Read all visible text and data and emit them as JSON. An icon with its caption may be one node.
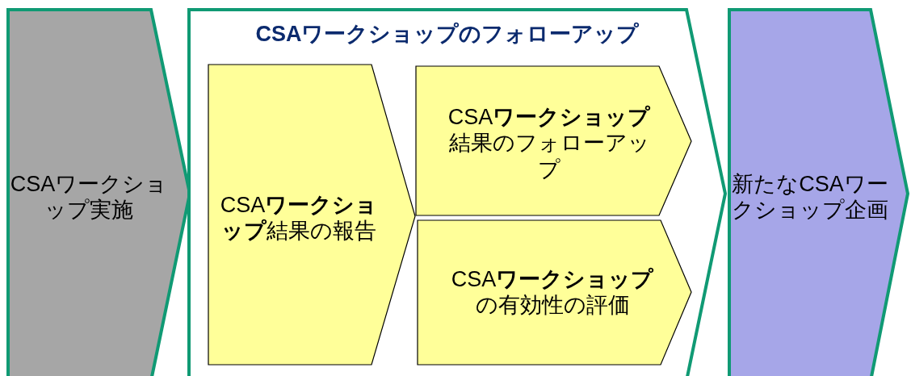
{
  "diagram": {
    "nodes": [
      {
        "text": [
          "CSAワークショップ実施"
        ]
      },
      {
        "text": [
          "CSAワークショップのフォローアップ"
        ]
      },
      {
        "text": [
          "CSA**ワークショップ**結果の報告"
        ],
        "in": 1
      },
      {
        "text": [
          "CSA**ワークショップ**結果のフォローアップ"
        ],
        "in": 1
      },
      {
        "text": [
          "CSA**ワークショップ**の有効性の評価"
        ],
        "in": 1
      },
      {
        "text": [
          "新たなCSAワークショップ企画"
        ]
      }
    ]
  }
}
